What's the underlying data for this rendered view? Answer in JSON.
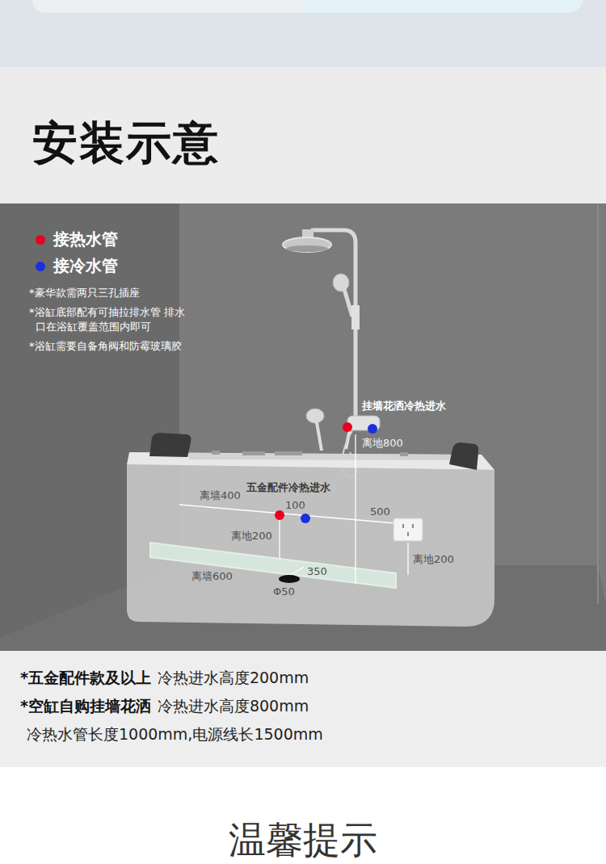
{
  "diagram": {
    "title": "安装示意",
    "labels": [
      "*豪华款需两只三孔插座",
      "*浴缸底部配有可抽拉排水管 排水口在浴缸覆盖范围内即可",
      "*浴缸需要自备角阀和防霉玻璃胶",
      "挂墙花洒冷热进水",
      "离地800",
      "五金配件冷热进水",
      "离墙400",
      "100",
      "500",
      "离地200",
      "离地200",
      "离墙600",
      "350",
      "Φ50",
      "*五金配件款及以上",
      "冷热进水高度200mm",
      "*空缸自购挂墙花洒",
      "冷热进水高度800mm",
      "冷热水管长度1000mm,电源线长1500mm",
      "温馨提示"
    ],
    "legend": [
      {
        "text": "接热水管",
        "color": "#e8001c"
      },
      {
        "text": "接冷水管",
        "color": "#1a2fe0"
      }
    ]
  }
}
